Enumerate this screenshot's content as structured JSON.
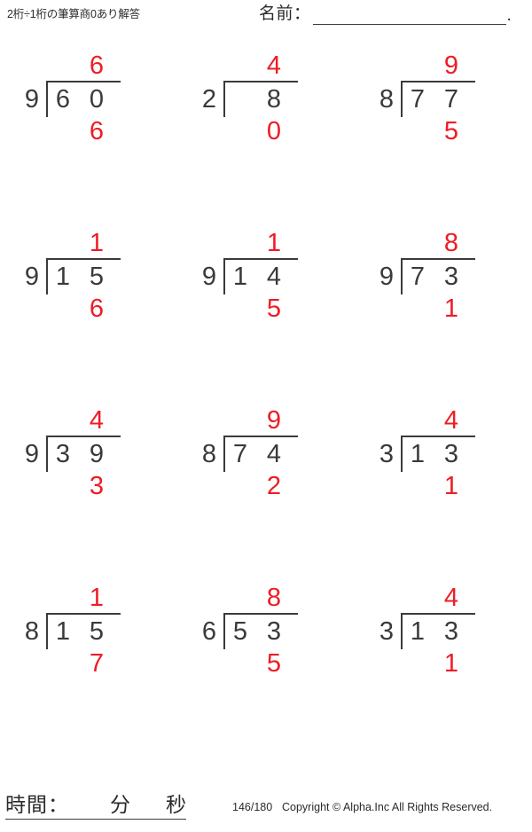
{
  "header": {
    "title": "2桁÷1桁の筆算商0あり解答",
    "name_label": "名前：",
    "name_value": "",
    "name_trailing_dot": "."
  },
  "colors": {
    "answer_red": "#ee1c25",
    "ink_black": "#3a3a3a",
    "paper": "#ffffff"
  },
  "footer": {
    "time_label": "時間：",
    "minute_unit": "分",
    "second_unit": "秒",
    "minute_value": "",
    "second_value": "",
    "page_counter": "146/180",
    "copyright": "Copyright © Alpha.Inc All Rights Reserved."
  },
  "worksheet": {
    "columns": 3,
    "rows": 4,
    "problem_count": 12,
    "is_answer_key": true
  },
  "problems": [
    {
      "index": 1,
      "divisor": "9",
      "dividend": "60",
      "dividend_tens": "6",
      "dividend_ones": "0",
      "quotient": "6",
      "remainder": "6"
    },
    {
      "index": 2,
      "divisor": "2",
      "dividend": "8",
      "dividend_tens": "",
      "dividend_ones": "8",
      "quotient": "4",
      "remainder": "0"
    },
    {
      "index": 3,
      "divisor": "8",
      "dividend": "77",
      "dividend_tens": "7",
      "dividend_ones": "7",
      "quotient": "9",
      "remainder": "5"
    },
    {
      "index": 4,
      "divisor": "9",
      "dividend": "15",
      "dividend_tens": "1",
      "dividend_ones": "5",
      "quotient": "1",
      "remainder": "6"
    },
    {
      "index": 5,
      "divisor": "9",
      "dividend": "14",
      "dividend_tens": "1",
      "dividend_ones": "4",
      "quotient": "1",
      "remainder": "5"
    },
    {
      "index": 6,
      "divisor": "9",
      "dividend": "73",
      "dividend_tens": "7",
      "dividend_ones": "3",
      "quotient": "8",
      "remainder": "1"
    },
    {
      "index": 7,
      "divisor": "9",
      "dividend": "39",
      "dividend_tens": "3",
      "dividend_ones": "9",
      "quotient": "4",
      "remainder": "3"
    },
    {
      "index": 8,
      "divisor": "8",
      "dividend": "74",
      "dividend_tens": "7",
      "dividend_ones": "4",
      "quotient": "9",
      "remainder": "2"
    },
    {
      "index": 9,
      "divisor": "3",
      "dividend": "13",
      "dividend_tens": "1",
      "dividend_ones": "3",
      "quotient": "4",
      "remainder": "1"
    },
    {
      "index": 10,
      "divisor": "8",
      "dividend": "15",
      "dividend_tens": "1",
      "dividend_ones": "5",
      "quotient": "1",
      "remainder": "7"
    },
    {
      "index": 11,
      "divisor": "6",
      "dividend": "53",
      "dividend_tens": "5",
      "dividend_ones": "3",
      "quotient": "8",
      "remainder": "5"
    },
    {
      "index": 12,
      "divisor": "3",
      "dividend": "13",
      "dividend_tens": "1",
      "dividend_ones": "3",
      "quotient": "4",
      "remainder": "1"
    }
  ]
}
